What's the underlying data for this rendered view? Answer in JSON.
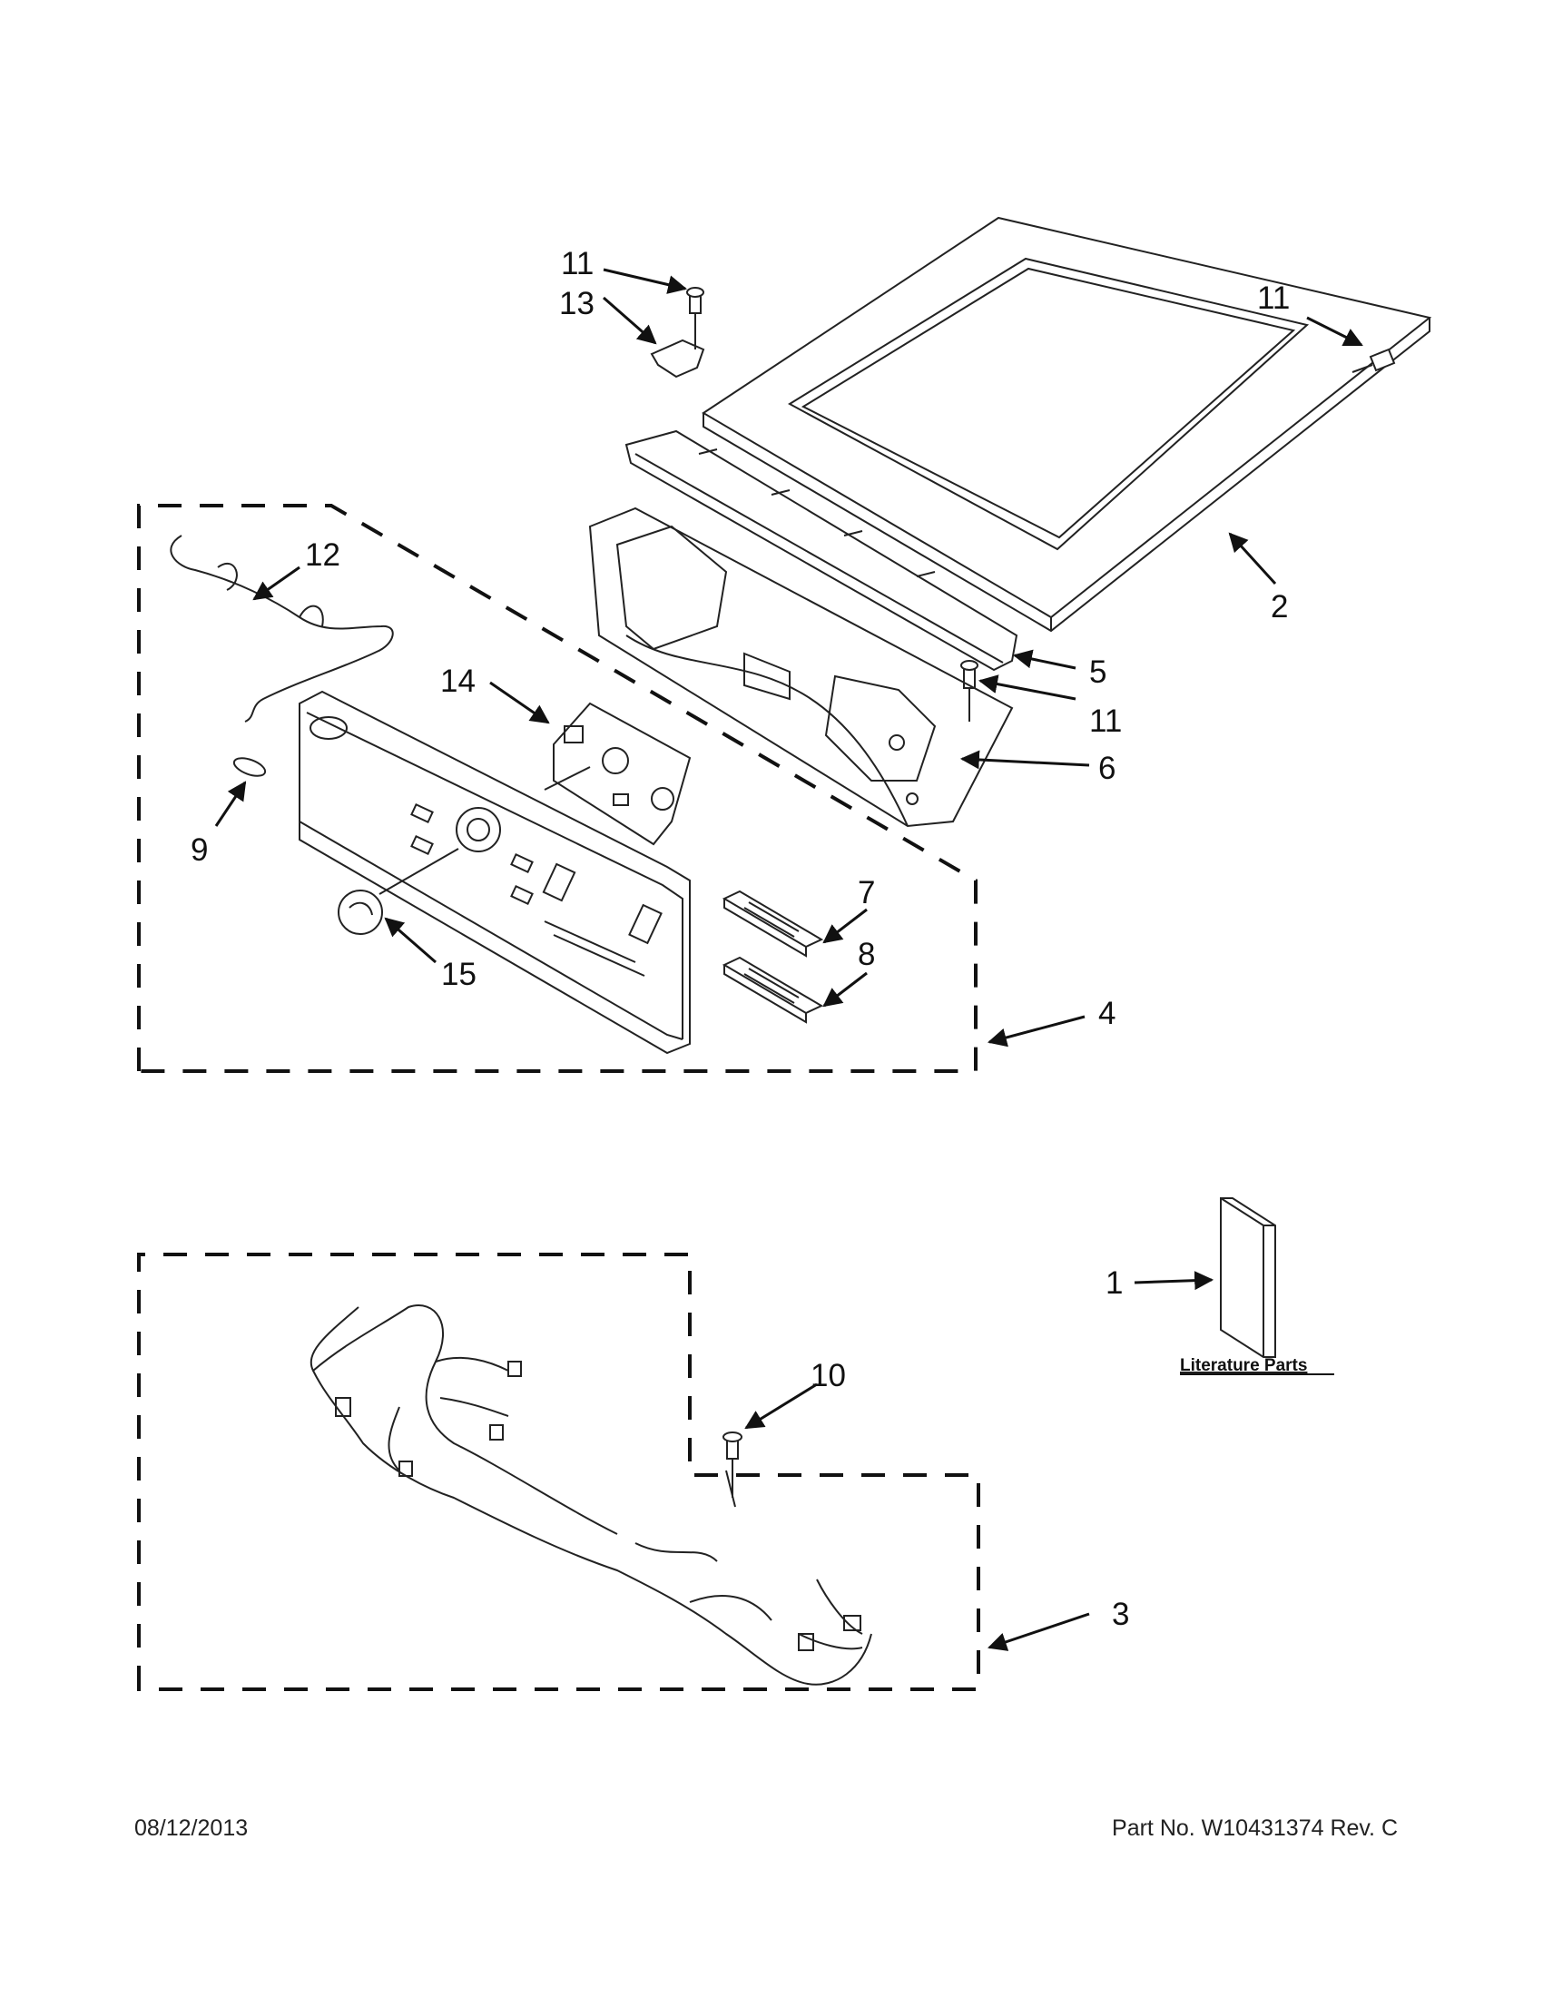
{
  "diagram": {
    "callouts": {
      "c1": "1",
      "c2": "2",
      "c3": "3",
      "c4": "4",
      "c5": "5",
      "c6": "6",
      "c7": "7",
      "c8": "8",
      "c9": "9",
      "c10": "10",
      "c11a": "11",
      "c11b": "11",
      "c11c": "11",
      "c12": "12",
      "c13": "13",
      "c14": "14",
      "c15": "15"
    },
    "literature_label": "Literature Parts"
  },
  "footer": {
    "date": "08/12/2013",
    "part_number": "Part No.  W10431374  Rev.  C"
  },
  "colors": {
    "ink": "#111111",
    "background": "#ffffff"
  }
}
